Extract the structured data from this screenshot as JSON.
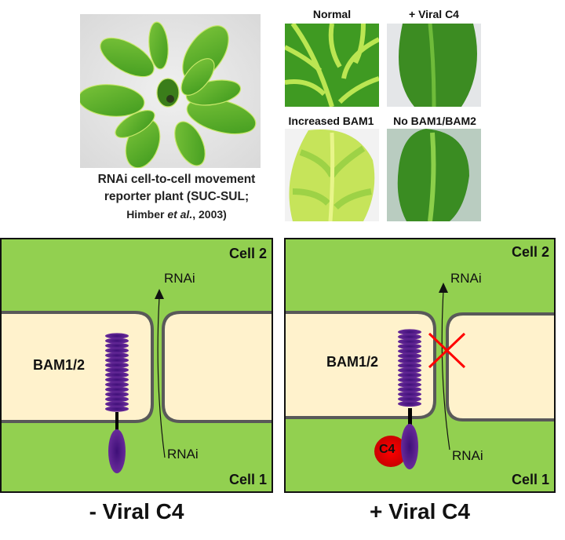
{
  "plant_photo": {
    "caption_line1": "RNAi cell-to-cell movement",
    "caption_line2": "reporter plant (SUC-SUL;",
    "caption_line3_pre": "Himber ",
    "caption_line3_italic": "et al.",
    "caption_line3_post": ", 2003)"
  },
  "leaf_photos": [
    {
      "label": "Normal"
    },
    {
      "label": "+ Viral C4"
    },
    {
      "label": "Increased BAM1"
    },
    {
      "label": "No BAM1/BAM2"
    }
  ],
  "panels": [
    {
      "title": "- Viral C4",
      "cell_top": "Cell 2",
      "cell_bottom": "Cell 1",
      "rnai_top": "RNAi",
      "rnai_bottom": "RNAi",
      "receptor": "BAM1/2",
      "blocked": false
    },
    {
      "title": "+ Viral C4",
      "cell_top": "Cell 2",
      "cell_bottom": "Cell 1",
      "rnai_top": "RNAi",
      "rnai_bottom": "RNAi",
      "receptor": "BAM1/2",
      "viral_protein": "C4",
      "blocked": true
    }
  ],
  "colors": {
    "cytoplasm_green": "#92d050",
    "vacuole_cream": "#fff2cc",
    "membrane_gray": "#595959",
    "receptor_purple": "#5b1f9a",
    "c4_red": "#e00000",
    "block_red": "#ff0000"
  }
}
